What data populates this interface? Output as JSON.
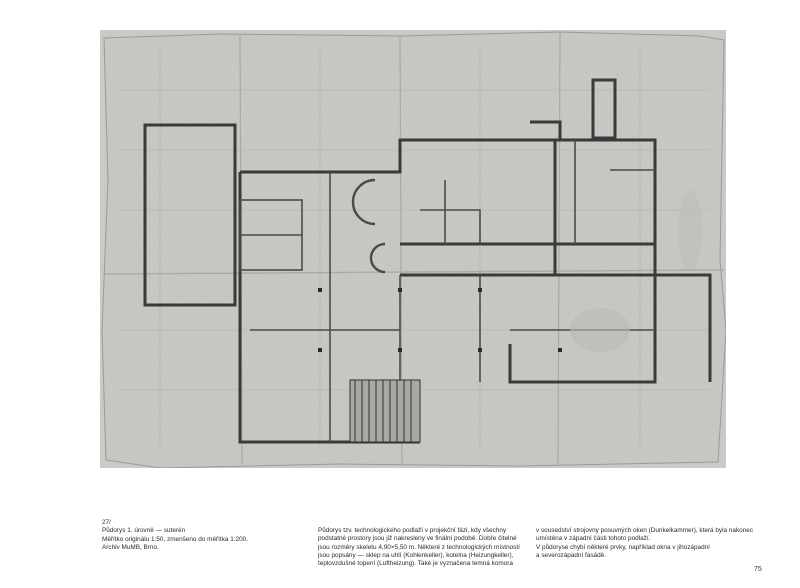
{
  "figure": {
    "number": "27/",
    "caption_lines": [
      "Půdorys 1. úrovně — suterén",
      "Měřítko originálu 1:50, zmenšeno do měřítka 1:200.",
      "Archiv MuMB, Brno."
    ]
  },
  "body_text": {
    "column_1": [
      "Půdorys tzv. technologického podlaží v projekční fázi, kdy všechny",
      "podstatné prostory jsou již nakresleny ve finální podobě. Dobře čitelné",
      "jsou rozměry skeletu 4,90×5,50 m. Některé z technologických místností",
      "jsou popsány — sklep na uhlí (Kohlenkeller), kotelna (Heizungkeller),",
      "teplovzdušné topení (Luftheizung). Také je vyznačena temná komora"
    ],
    "column_2": [
      "v sousedství strojovny posuvných oken (Dunkelkammer), která byla nakonec",
      "umístěna v západní části tohoto podlaží.",
      "V půdoryse chybí některé prvky, například okna v jihozápadní",
      "a severozápadní fasádě."
    ]
  },
  "page_number": "75",
  "colors": {
    "paper": "#c9c9c6",
    "ink": "#3a3a3a",
    "page": "#ffffff"
  }
}
